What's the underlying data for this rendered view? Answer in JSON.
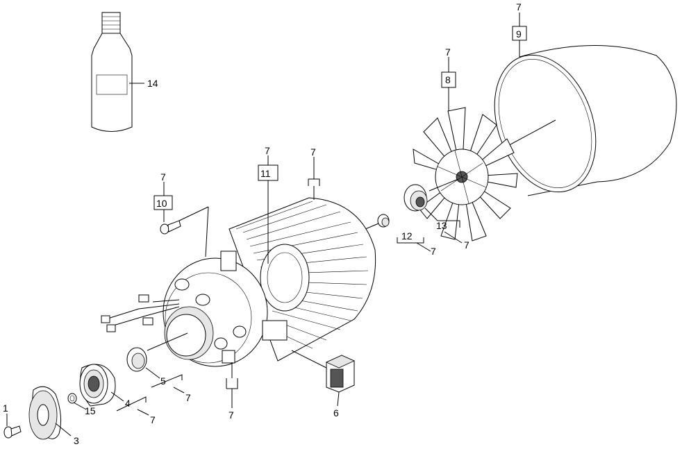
{
  "callouts": {
    "c1": "1",
    "c3": "3",
    "c4": "4",
    "c4_7": "7",
    "c5": "5",
    "c5_7": "7",
    "c6": "6",
    "c7_bottom": "7",
    "c8": "8",
    "c8_7": "7",
    "c9": "9",
    "c9_7": "7",
    "c10": "10",
    "c10_7": "7",
    "c11": "11",
    "c11_7": "7",
    "c7_top": "7",
    "c12": "12",
    "c12_7": "7",
    "c13": "13",
    "c13_7": "7",
    "c14": "14",
    "c15": "15"
  }
}
